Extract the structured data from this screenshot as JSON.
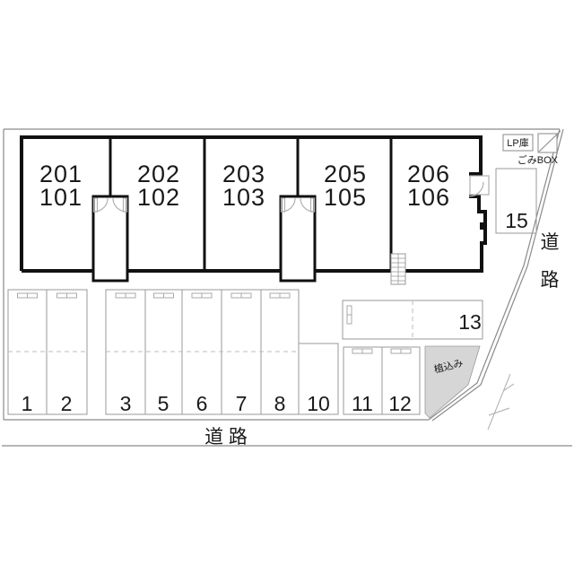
{
  "building": {
    "units": [
      {
        "upper": "201",
        "lower": "101"
      },
      {
        "upper": "202",
        "lower": "102"
      },
      {
        "upper": "203",
        "lower": "103"
      },
      {
        "upper": "205",
        "lower": "105"
      },
      {
        "upper": "206",
        "lower": "106"
      }
    ]
  },
  "parking": {
    "stalls": [
      {
        "label": "1"
      },
      {
        "label": "2"
      },
      {
        "label": "3"
      },
      {
        "label": "5"
      },
      {
        "label": "6"
      },
      {
        "label": "7"
      },
      {
        "label": "8"
      },
      {
        "label": "10"
      },
      {
        "label": "11"
      },
      {
        "label": "12"
      },
      {
        "label": "13"
      },
      {
        "label": "15"
      }
    ]
  },
  "labels": {
    "lp_storage": "LP庫",
    "garbage_box": "ごみBOX",
    "planting": "植込み",
    "road_bottom": "道 路",
    "road_right_char1": "道",
    "road_right_char2": "路"
  },
  "colors": {
    "wall": "#111111",
    "boundary": "#8a8a8a",
    "stall_line": "#9a9a9a",
    "dashed_line": "#bbbbbb",
    "planting_fill": "#d6d6d6",
    "text": "#1a1a1a"
  }
}
